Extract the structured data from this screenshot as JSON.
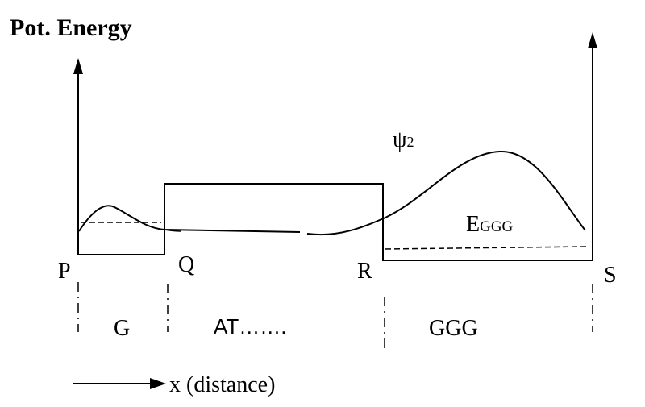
{
  "title": "Pot. Energy",
  "wavefunction_label": "ψ",
  "wavefunction_subscript": "2",
  "energy_label": "E",
  "energy_subscript": "GGG",
  "points": [
    "P",
    "Q",
    "R",
    "S"
  ],
  "regions": [
    "G",
    "AT…….",
    "GGG"
  ],
  "x_axis_label": "x (distance)",
  "line_color": "#000000"
}
